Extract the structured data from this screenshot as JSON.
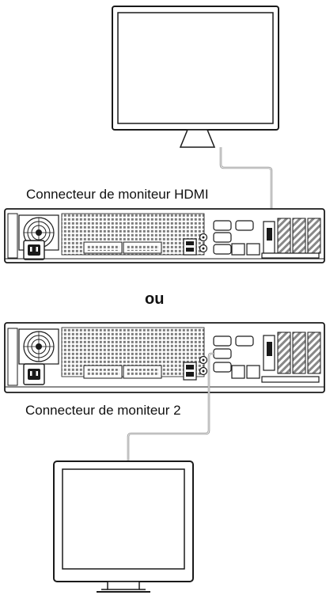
{
  "diagram": {
    "label_hdmi": "Connecteur de moniteur HDMI",
    "separator": "ou",
    "label_monitor2": "Connecteur de moniteur 2"
  },
  "colors": {
    "outline": "#1a1a1a",
    "cable": "#9a9a9a",
    "vent": "#7a7a7a"
  }
}
